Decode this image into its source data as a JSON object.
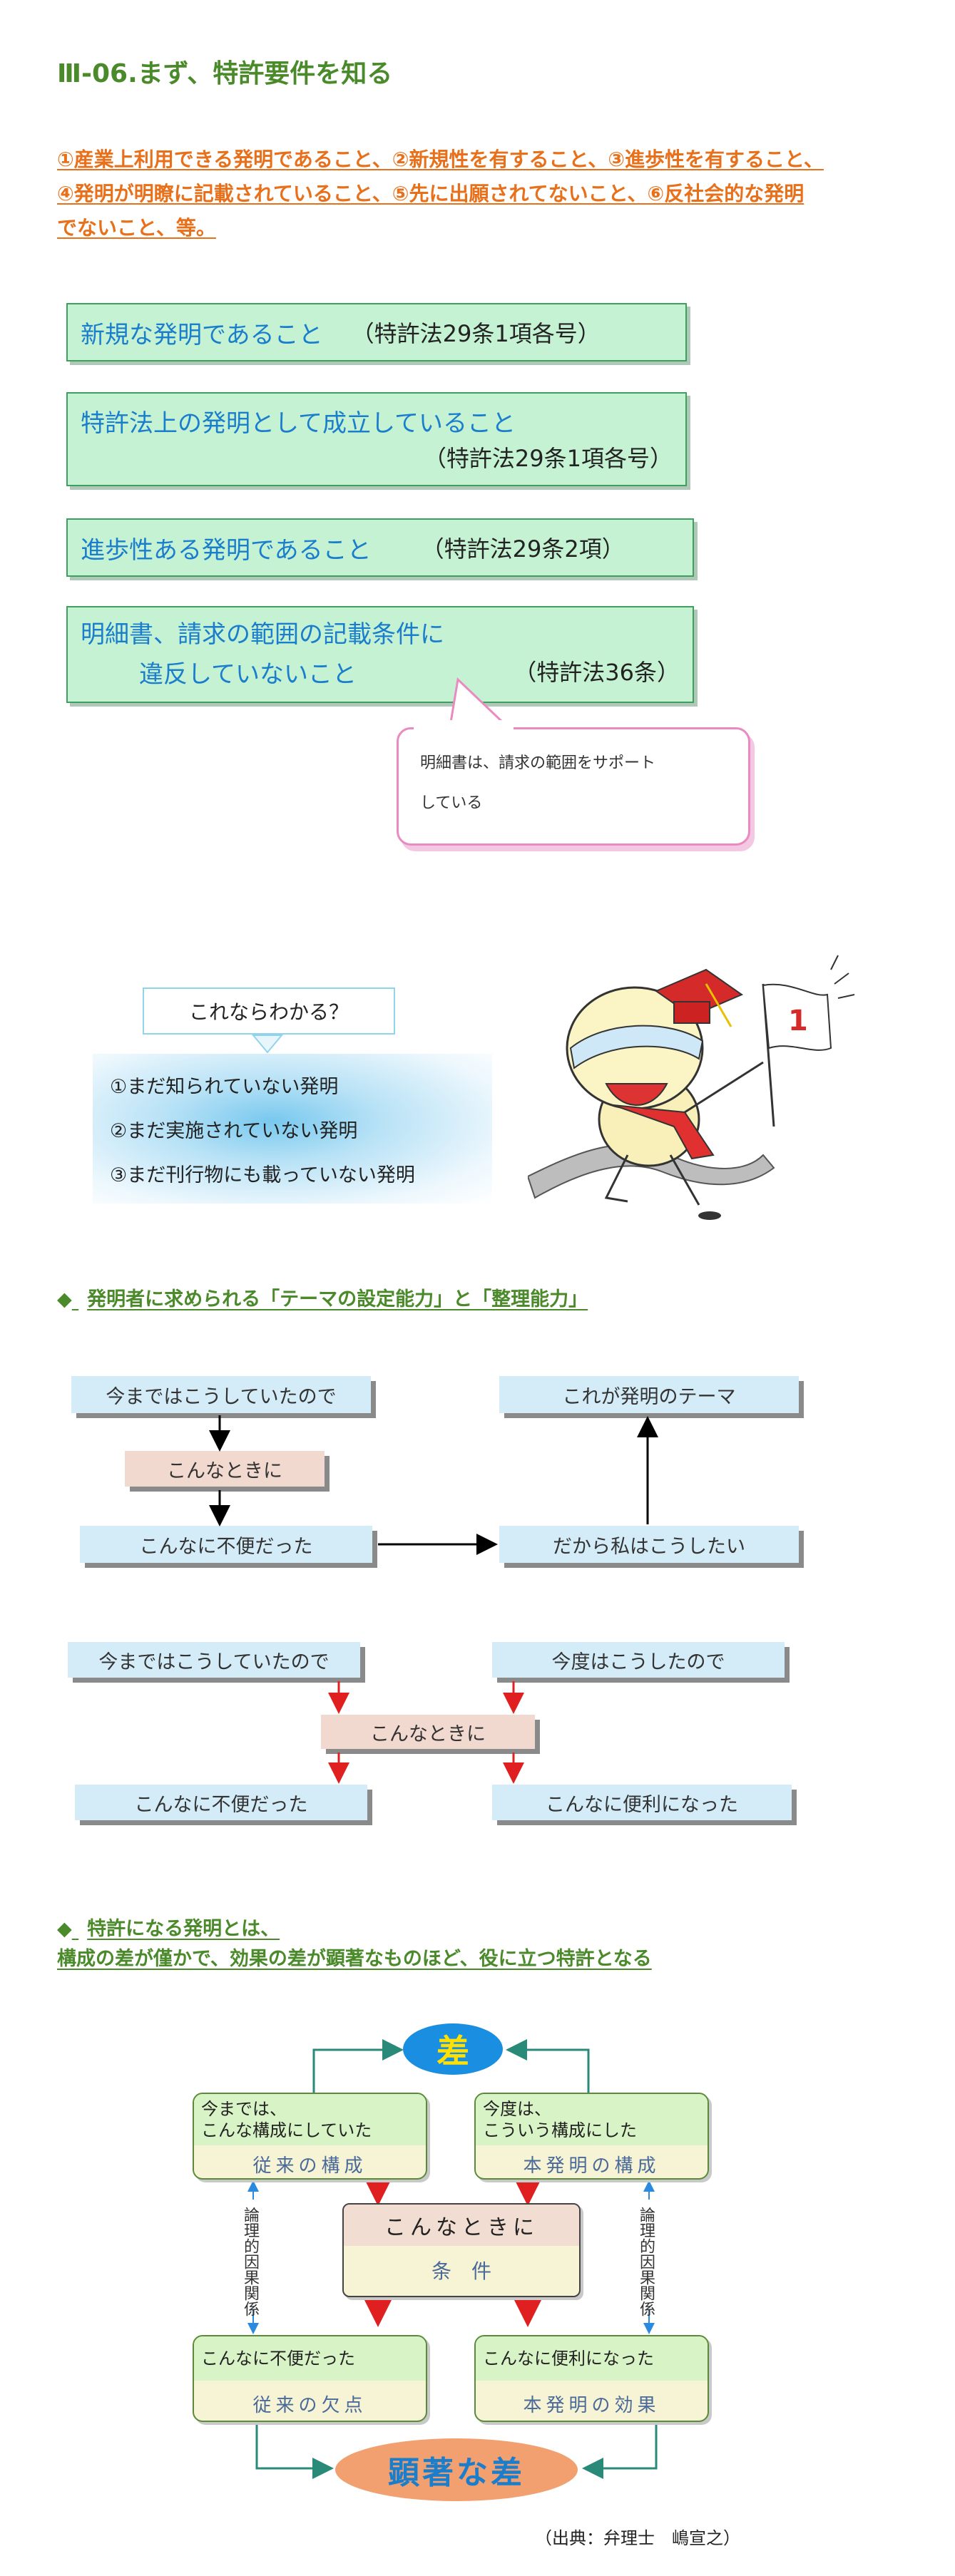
{
  "title": "Ⅲ-06.まず、特許要件を知る",
  "intro_lines": [
    "①産業上利用できる発明であること、②新規性を有すること、③進歩性を有すること、",
    "④発明が明瞭に記載されていること、⑤先に出願されてないこと、⑥反社会的な発明",
    "でないこと、等。"
  ],
  "requirements": [
    {
      "text": "新規な発明であること",
      "law": "（特許法29条1項各号）"
    },
    {
      "text": "特許法上の発明として成立していること",
      "law": "（特許法29条1項各号）"
    },
    {
      "text": "進歩性ある発明であること",
      "law": "（特許法29条2項）"
    },
    {
      "text_line1": "明細書、請求の範囲の記載条件に",
      "text_line2": "違反していないこと",
      "law": "（特許法36条）"
    }
  ],
  "bubble": {
    "line1": "明細書は、請求の範囲をサポート",
    "line2": "している"
  },
  "explain": {
    "heading": "これならわかる？",
    "items": [
      "①まだ知られていない発明",
      "②まだ実施されていない発明",
      "③まだ刊行物にも載っていない発明"
    ]
  },
  "section1": {
    "diamond": "◆",
    "title": "発明者に求められる「テーマの設定能力」と「整理能力」"
  },
  "flow1": {
    "before": "今まではこうしていたので",
    "when": "こんなときに",
    "inconvenient": "こんなに不便だった",
    "so": "だから私はこうしたい",
    "theme": "これが発明のテーマ"
  },
  "flow2": {
    "before": "今まではこうしていたので",
    "now": "今度はこうしたので",
    "when": "こんなときに",
    "inconvenient": "こんなに不便だった",
    "convenient": "こんなに便利になった"
  },
  "section2": {
    "diamond": "◆",
    "line1": "特許になる発明とは、",
    "line2": "構成の差が僅かで、効果の差が顕著なものほど、役に立つ特許となる"
  },
  "diagram": {
    "diff": "差",
    "prev_top": "今までは、\nこんな構成にしていた",
    "prev_bot": "従来の構成",
    "new_top": "今度は、\nこういう構成にした",
    "new_bot": "本発明の構成",
    "cond_top": "こんなときに",
    "cond_bot": "条　件",
    "logic": "論理的因果関係",
    "bad_top": "こんなに不便だった",
    "bad_bot": "従来の欠点",
    "good_top": "こんなに便利になった",
    "good_bot": "本発明の効果",
    "big_diff": "顕著な差"
  },
  "citation": "（出典：弁理士　嶋宣之）",
  "colors": {
    "title_green": "#4a8a2a",
    "intro_orange": "#e8701a",
    "req_blue": "#1a7ecc",
    "req_bg": "#c6f2d4",
    "flow_blue": "#d4ecf8",
    "flow_pink": "#f2d9cf",
    "diff_blue": "#1a8ee0",
    "diff_orange": "#f2a070",
    "red_arrow": "#e02020"
  }
}
